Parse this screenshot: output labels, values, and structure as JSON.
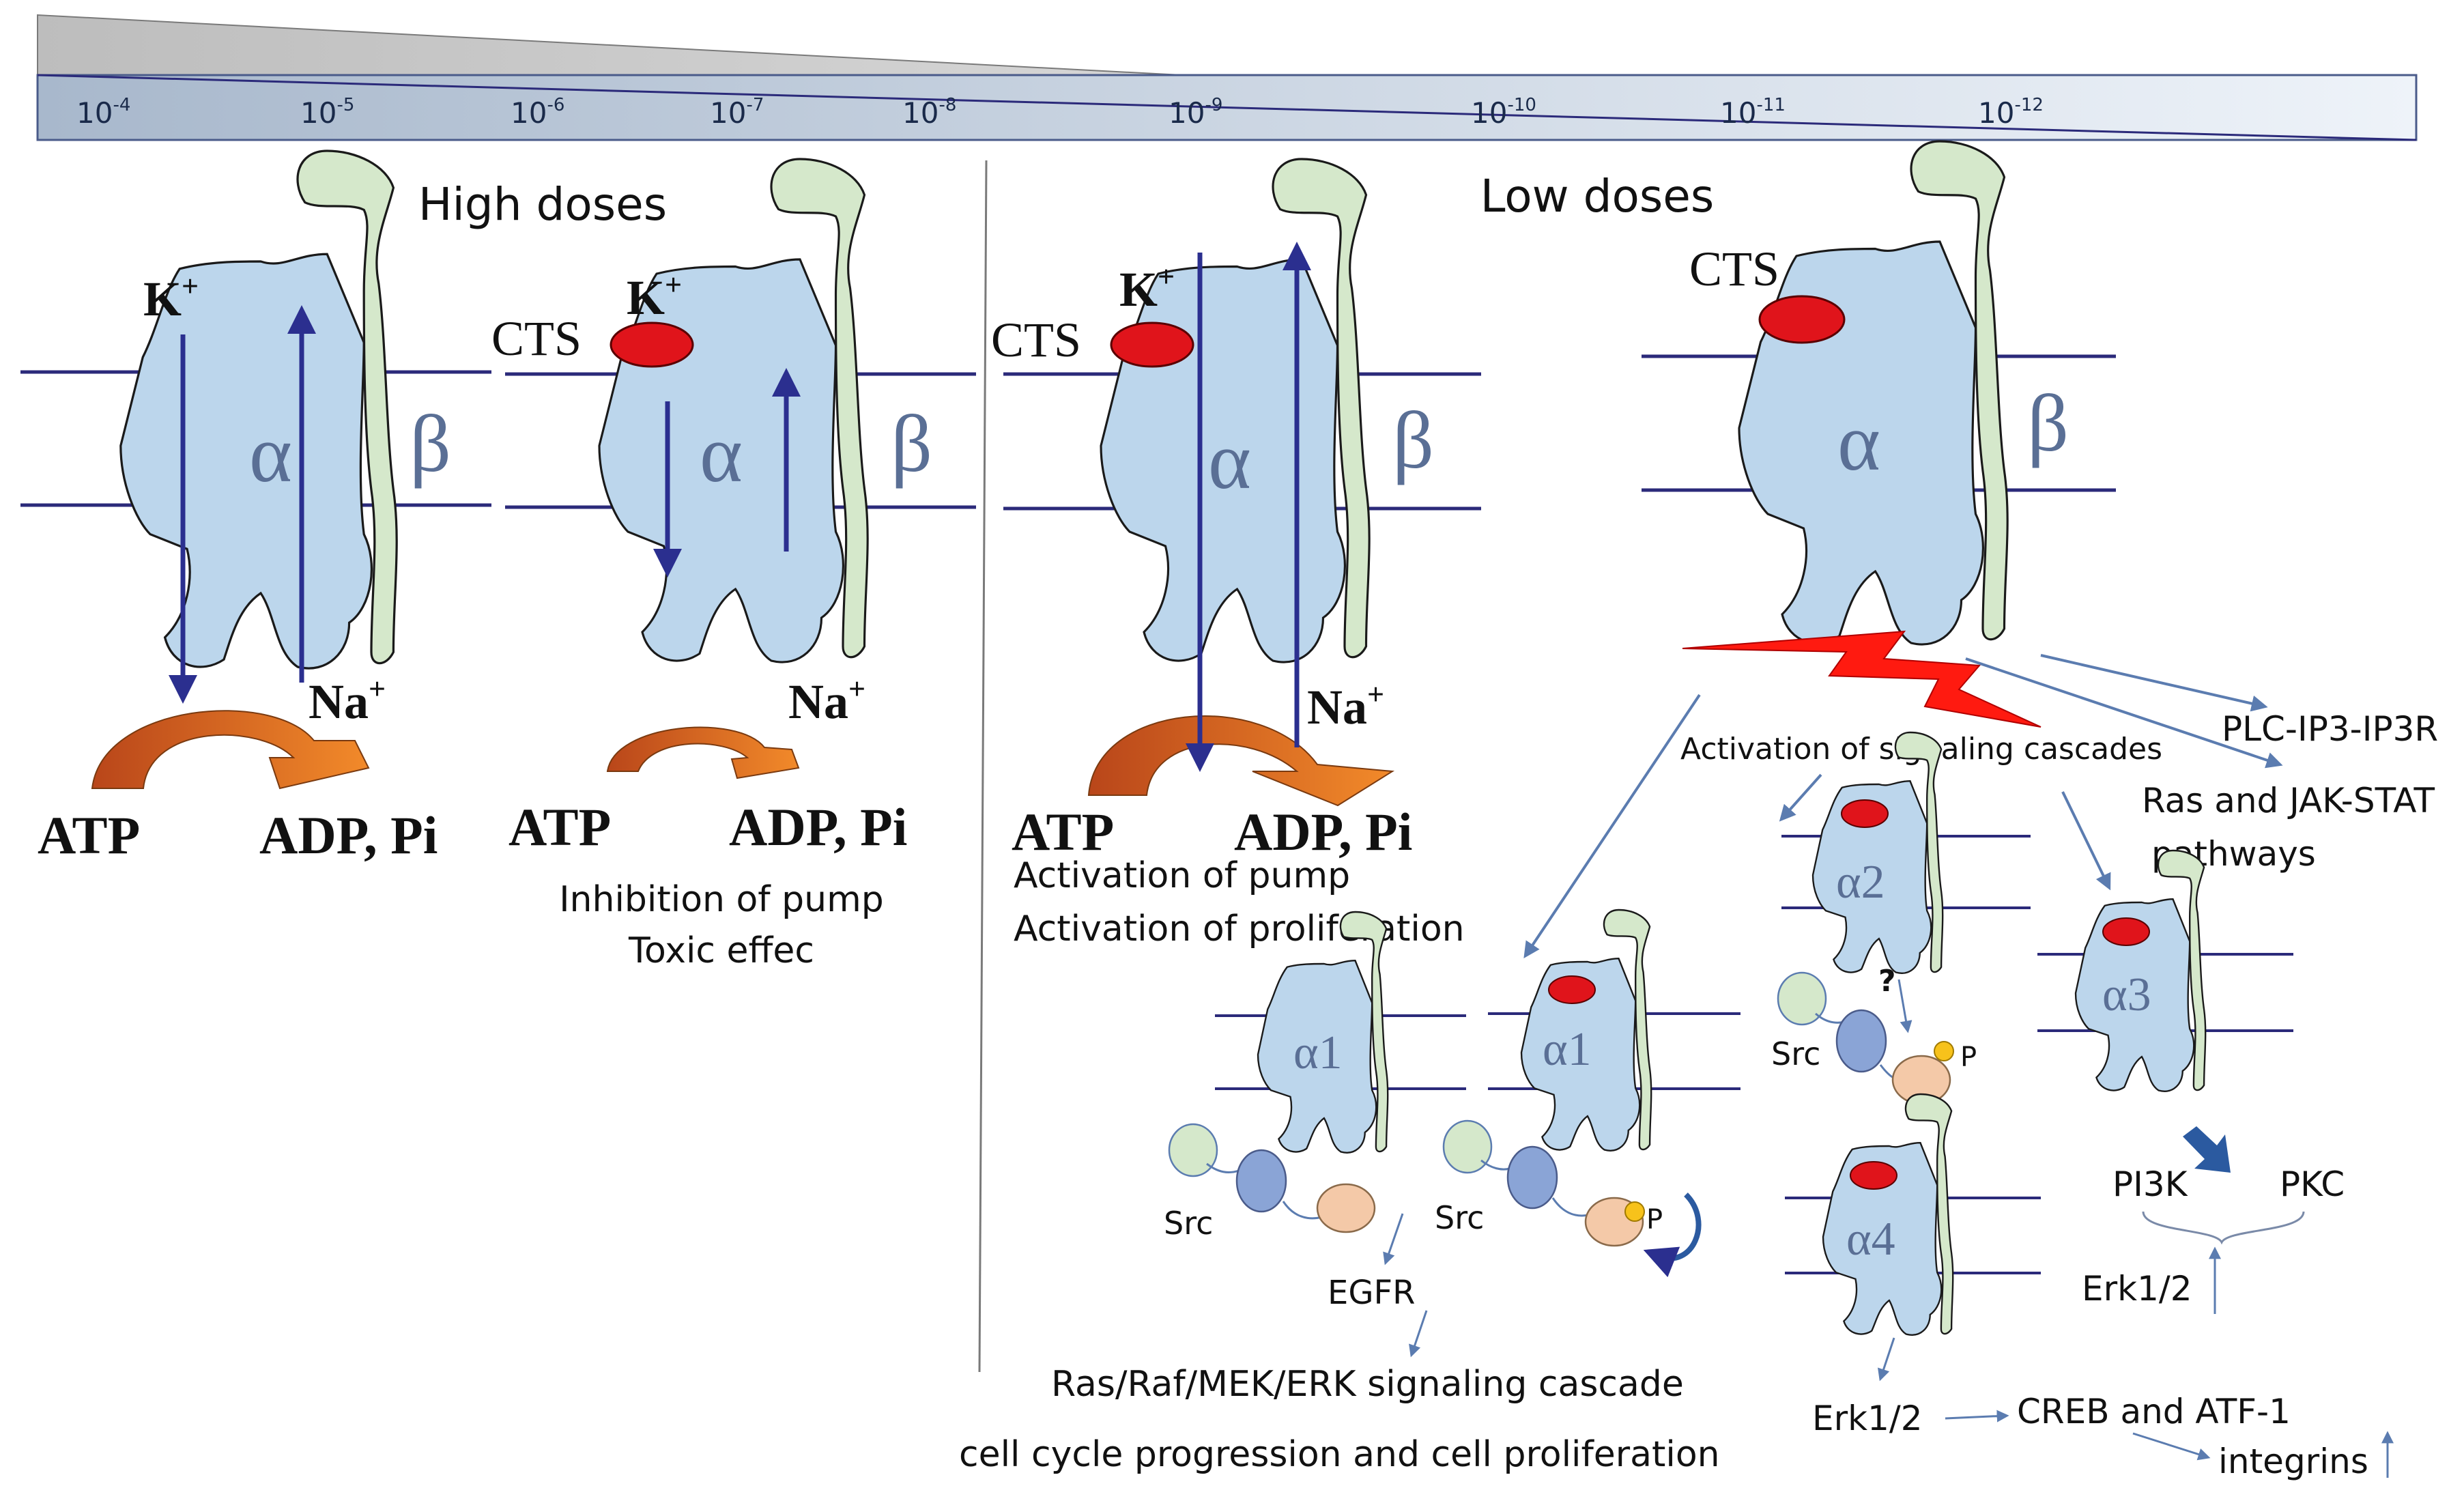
{
  "concentration_scale": {
    "ticks": [
      {
        "base": "10",
        "exp": "-4"
      },
      {
        "base": "10",
        "exp": "-5"
      },
      {
        "base": "10",
        "exp": "-6"
      },
      {
        "base": "10",
        "exp": "-7"
      },
      {
        "base": "10",
        "exp": "-8"
      },
      {
        "base": "10",
        "exp": "-9"
      },
      {
        "base": "10",
        "exp": "-10"
      },
      {
        "base": "10",
        "exp": "-11"
      },
      {
        "base": "10",
        "exp": "-12"
      }
    ]
  },
  "sections": {
    "high": "High doses",
    "low": "Low doses"
  },
  "labels": {
    "alpha": "α",
    "beta": "β",
    "cts": "CTS",
    "k": "K",
    "na": "Na",
    "plus": "+",
    "atp": "ATP",
    "adp": "ADP, Pi",
    "src": "Src",
    "p": "P",
    "question": "?",
    "alpha1": "α1",
    "alpha2": "α2",
    "alpha3": "α3",
    "alpha4": "α4"
  },
  "captions": {
    "inhibition": "Inhibition of pump",
    "toxic": "Toxic effec",
    "activation_pump": "Activation of pump",
    "activation_prolif": "Activation of proliferation",
    "signaling": "Activation of signaling cascades",
    "plc": "PLC-IP3-IP3R",
    "ras_jak_1": "Ras and JAK-STAT",
    "ras_jak_2": "pathways",
    "egfr": "EGFR",
    "ras_raf": "Ras/Raf/MEK/ERK signaling cascade",
    "cell_cycle": "cell cycle progression and cell proliferation",
    "pi3k": "PI3K",
    "pkc": "PKC",
    "erk_a3": "Erk1/2",
    "erk_a4": "Erk1/2",
    "creb": "CREB and ATF-1",
    "integrins": "integrins"
  },
  "colors": {
    "alpha_fill": "#bcd6ec",
    "beta_fill": "#d5e8cb",
    "arrow_blue": "#2b2f8f",
    "cts_red": "#e0141b",
    "orange": "#e8731c",
    "membrane": "#2b2a7a",
    "link_blue": "#5b7cb0"
  }
}
